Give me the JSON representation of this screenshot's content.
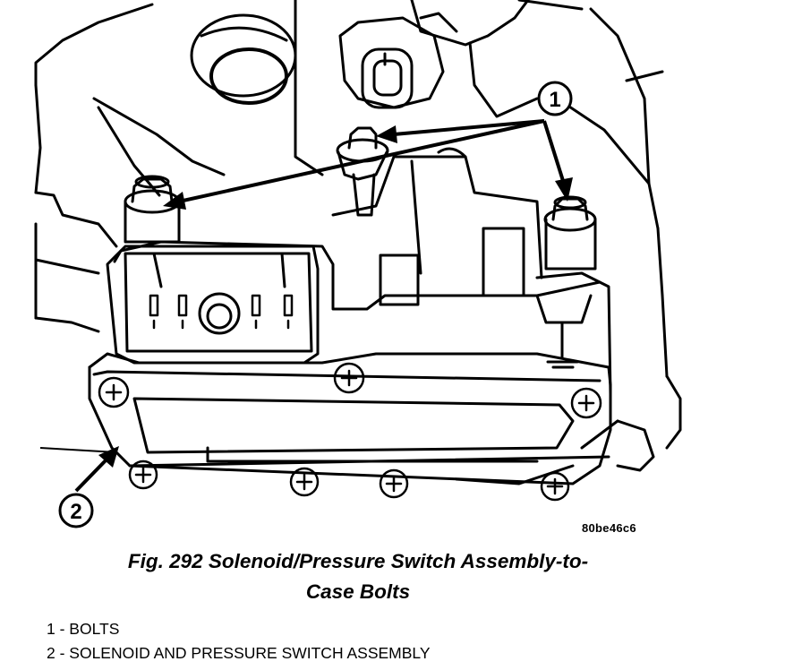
{
  "figure": {
    "image_code": "80be46c6",
    "caption_line1": "Fig. 292 Solenoid/Pressure Switch Assembly-to-",
    "caption_line2": "Case Bolts"
  },
  "callouts": [
    {
      "number": "1",
      "label": "BOLTS"
    },
    {
      "number": "2",
      "label": "SOLENOID AND PRESSURE SWITCH ASSEMBLY"
    }
  ],
  "legend": {
    "items": [
      {
        "text": "1 - BOLTS"
      },
      {
        "text": "2 - SOLENOID AND PRESSURE SWITCH ASSEMBLY"
      }
    ]
  },
  "colors": {
    "ink": "#000000",
    "paper": "#ffffff"
  }
}
